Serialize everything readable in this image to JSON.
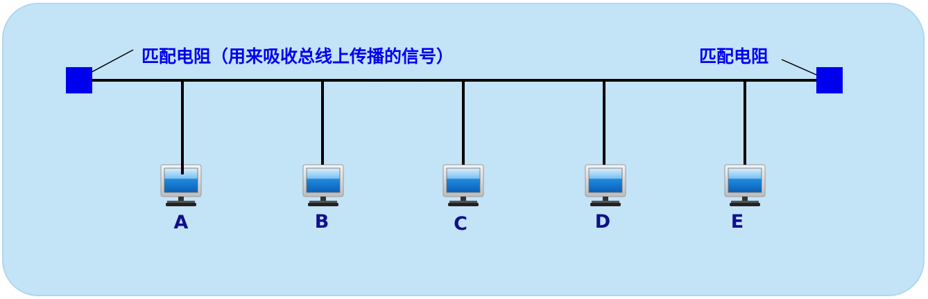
{
  "diagram": {
    "left_terminator_label": "匹配电阻（用来吸收总线上传播的信号）",
    "right_terminator_label": "匹配电阻",
    "nodes": [
      {
        "label": "A"
      },
      {
        "label": "B"
      },
      {
        "label": "C"
      },
      {
        "label": "D"
      },
      {
        "label": "E"
      }
    ],
    "colors": {
      "background": "#c3e3f6",
      "terminator": "#0000ee",
      "bus": "#000000",
      "label": "#0000ee",
      "node_label": "#10108a",
      "screen": "#1a86d8"
    },
    "icons": {
      "terminator": "square-terminator-icon",
      "node": "computer-monitor-icon"
    }
  }
}
